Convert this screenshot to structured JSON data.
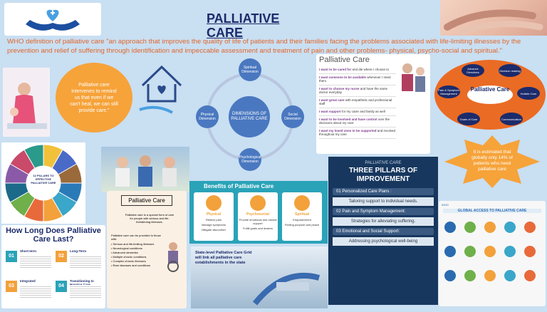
{
  "slide": {
    "title": "PALLIATIVE CARE",
    "who_definition": "WHO definition of palliative care \"an approach that improves the quality of life of patients and their families facing the problems associated with life-limiting illnesses by the prevention and relief of suffering through identification and impeccable assessment and treatment of pain and other problems- physical, psycho-social and spiritual.\"",
    "callout_left": "Palliative care intervenes to remind us that even if we can't heal, we can still provide care.\"",
    "callout_right": "It is estimated that globally only 14% of patients who need palliative care",
    "colors": {
      "accent": "#f6a33a",
      "title": "#1c2b6b",
      "who_text": "#e2662a",
      "background": "#c9dff2"
    }
  },
  "dimensions": {
    "center": "DIMENSIONS OF PALLIATIVE CARE",
    "top": "Spiritual Dimension",
    "left": "Physical Dimension",
    "right": "Social Dimension",
    "bottom": "Psychological Dimension"
  },
  "pc_list": {
    "heading": "Palliative Care",
    "items": [
      {
        "bold": "I want to be cared for",
        "rest": "and die where I choose to"
      },
      {
        "bold": "I want someone to be available",
        "rest": "whenever I need them"
      },
      {
        "bold": "I want to choose my nurse",
        "rest": "and have the same doctor everyday"
      },
      {
        "bold": "I want great care",
        "rest": "with empathetic and professional staff"
      },
      {
        "bold": "I want support",
        "rest": "for my carer and family as well"
      },
      {
        "bold": "I want to be involved and have control",
        "rest": "over the decisions about my care"
      },
      {
        "bold": "I want my loved ones to be supported",
        "rest": "and involved throughout my care"
      }
    ]
  },
  "oval_diagram": {
    "center": "Palliative Care",
    "segments": [
      "Advance Directives",
      "Decision making",
      "Holistic Care",
      "Communication",
      "Goals of Care",
      "Pain & Symptom Management"
    ]
  },
  "pillars": {
    "subtitle": "PALLIATIVE CARE",
    "title": "THREE PILLARS OF IMPROVEMENT",
    "items": [
      {
        "num": "01",
        "label": "Personalized Care Plans :",
        "sub": "Tailoring support to individual needs."
      },
      {
        "num": "02",
        "label": "Pain and Symptom Management:",
        "sub": "Strategies for alleviating suffering."
      },
      {
        "num": "03",
        "label": "Emotional and Social Support:",
        "sub": "Addressing psychological well-being"
      }
    ]
  },
  "benefits": {
    "title": "Benefits of Palliative Care",
    "cards": [
      {
        "title": "Physical",
        "lines": [
          "Relieve pain",
          "Manage symptoms",
          "Mitigate discomfort"
        ]
      },
      {
        "title": "Psychosocial",
        "lines": [
          "Provide emotional and mental support",
          "Fulfill goals and desires"
        ]
      },
      {
        "title": "Spiritual",
        "lines": [
          "Empowerment",
          "Finding purpose and peace"
        ]
      }
    ]
  },
  "grid_poster": {
    "text": "State-level Palliative Care Grid will link all palliative care establishments in the state"
  },
  "pillars12": {
    "label": "12 PILLARS TO EFFECTIVE PALLIATIVE CARE"
  },
  "pc_card": {
    "heading": "Palliative Care",
    "desc": "Palliative care is a special form of care for people with serious and life-threatening illnesses.",
    "provided_to": "Palliative care can be provided to those with:",
    "conditions": [
      "Serious and life-limiting illnesses",
      "Neurological conditions",
      "Advanced dementia",
      "Multiple chronic conditions",
      "Complex chronic illnesses",
      "Rare diseases and conditions"
    ]
  },
  "how_long": {
    "title": "How Long Does Palliative Care Last?",
    "items": [
      {
        "num": "01",
        "label": "Short-term"
      },
      {
        "num": "02",
        "label": "Long-Term"
      },
      {
        "num": "03",
        "label": "Integrated"
      },
      {
        "num": "04",
        "label": "Transitioning to Hospice Care"
      }
    ]
  },
  "who_infographic": {
    "title": "GLOBAL ACCESS TO PALLIATIVE CARE"
  }
}
